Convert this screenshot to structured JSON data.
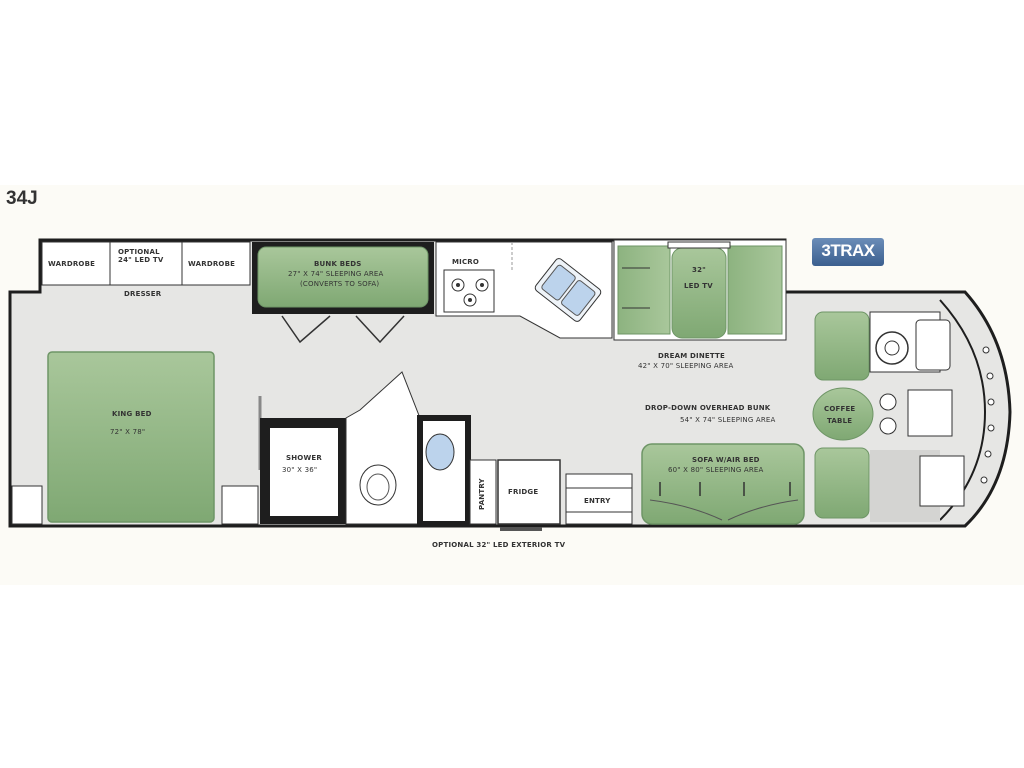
{
  "model": "34J",
  "logo_text": "3TRAX",
  "labels": {
    "wardrobe_left": "WARDROBE",
    "optional_tv_1": "OPTIONAL",
    "optional_tv_2": "24\" LED TV",
    "wardrobe_right": "WARDROBE",
    "dresser": "DRESSER",
    "bunk_beds": "BUNK BEDS",
    "bunk_beds_size": "27\" X 74\" SLEEPING AREA",
    "bunk_beds_note": "(CONVERTS TO SOFA)",
    "micro": "MICRO",
    "tv_32_1": "32\"",
    "tv_32_2": "LED TV",
    "dream_dinette": "DREAM DINETTE",
    "dinette_size": "42\" X 70\" SLEEPING AREA",
    "king_bed": "KING BED",
    "king_bed_size": "72\" X 78\"",
    "shower": "SHOWER",
    "shower_size": "30\" X 36\"",
    "pantry": "PANTRY",
    "fridge": "FRIDGE",
    "entry": "ENTRY",
    "overhead_bunk": "DROP-DOWN OVERHEAD BUNK",
    "overhead_bunk_size": "54\" X 74\" SLEEPING AREA",
    "coffee": "COFFEE",
    "table": "TABLE",
    "sofa_bed": "SOFA W/AIR BED",
    "sofa_bed_size": "60\" X 80\" SLEEPING AREA",
    "exterior_tv": "OPTIONAL 32\" LED EXTERIOR TV"
  },
  "colors": {
    "wall": "#1e1e1e",
    "floor": "#e6e6e4",
    "furniture_green": "#9fbf91",
    "furniture_green_dark": "#6e9566",
    "counter": "#ffffff"
  }
}
